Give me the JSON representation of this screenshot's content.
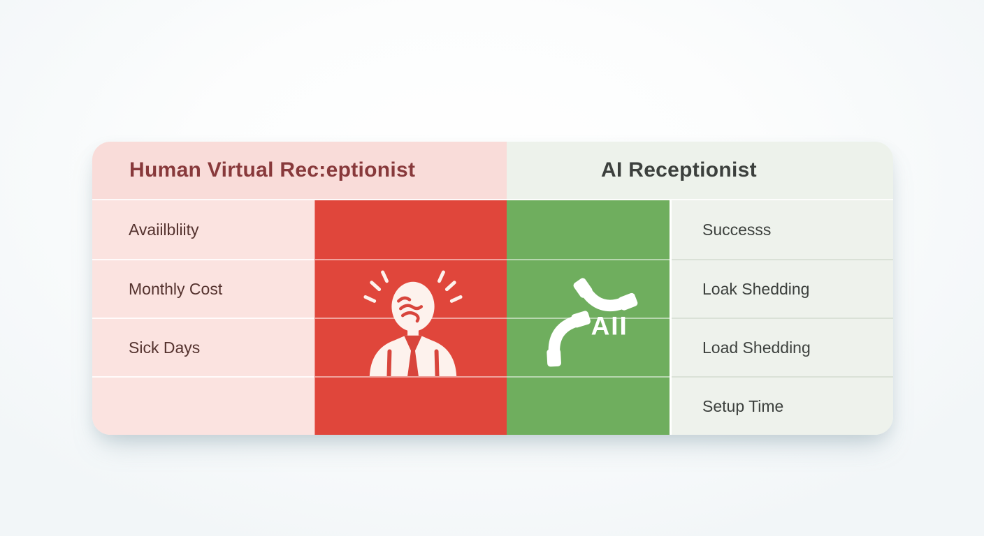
{
  "card": {
    "human": {
      "header": "Human Virtual Rec:eptionist",
      "rows": [
        "Avaiilbliity",
        "Monthly Cost",
        "Sick Days",
        ""
      ]
    },
    "ai": {
      "header": "AI Receptionist",
      "rows": [
        "Successs",
        "Loak Shedding",
        "Load Shedding",
        "Setup Time"
      ]
    },
    "phone_icon_label": "AII",
    "colors": {
      "human_header_bg": "#f9dcd9",
      "human_cell_bg": "#fbe3e0",
      "human_header_text": "#88393b",
      "human_row_text": "#54322e",
      "human_accent_column": "#e0463b",
      "ai_header_bg": "#edf2eb",
      "ai_cell_bg": "#eef2ec",
      "ai_accent_column": "#6fae5e",
      "ai_text": "#3c403d",
      "icon_cream": "#fdf2ed",
      "icon_red_detail": "#d8453c"
    }
  }
}
